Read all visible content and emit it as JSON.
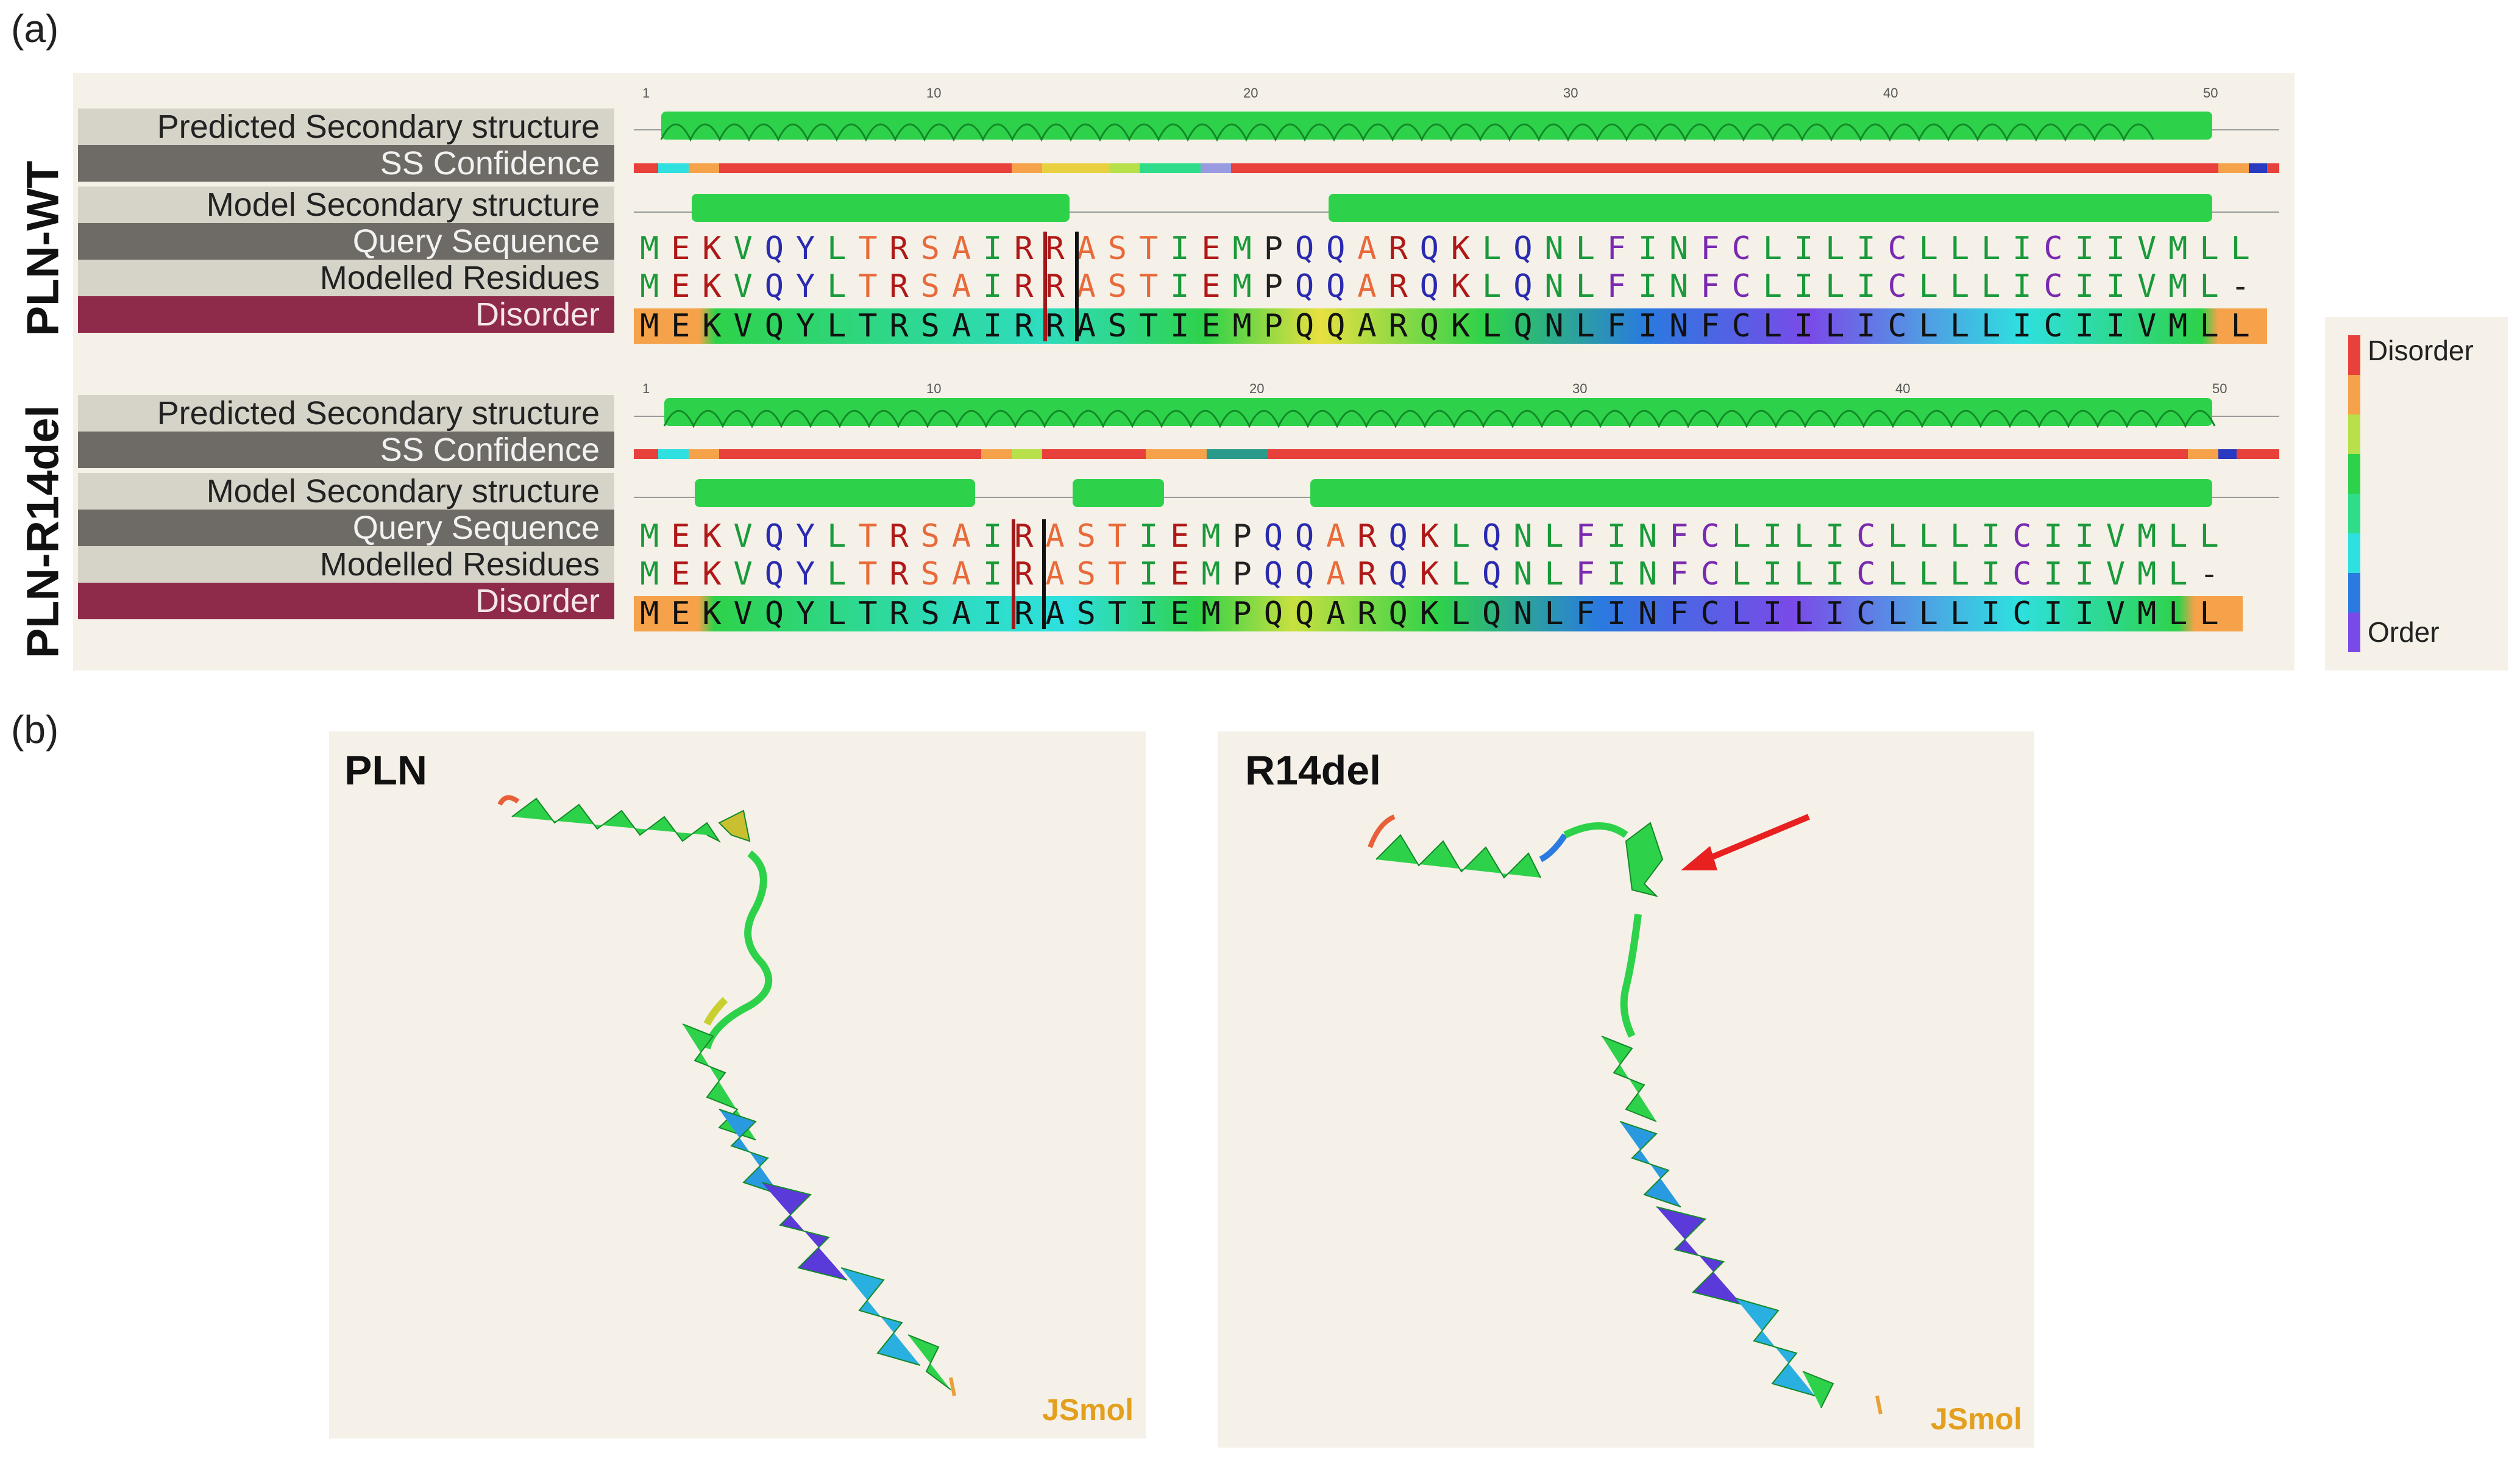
{
  "figure": {
    "panel_a_label": "(a)",
    "panel_b_label": "(b)"
  },
  "row_labels": [
    "Predicted Secondary structure",
    "SS Confidence",
    "Model Secondary structure",
    "Query Sequence",
    "Modelled Residues",
    "Disorder"
  ],
  "blocks": [
    {
      "name": "PLN-WT",
      "ruler": [
        "1",
        "10",
        "20",
        "30",
        "40",
        "50"
      ],
      "query": "MEKVQYLTRSAIRRASTIEMPQQARQKLQNLFINFCLILICLLLICIIVMLL",
      "modelled": "MEKVQYLTRSAIRRASTIEMPQQARQKLQNLFINFCLILICLLLICIIVML-",
      "disorder_text": "MEKVQYLTRSAIRRASTIEMPQQARQKLQNLFINFCLILICLLLICIIVMLL"
    },
    {
      "name": "PLN-R14del",
      "ruler": [
        "1",
        "10",
        "20",
        "30",
        "40",
        "50"
      ],
      "query": "MEKVQYLTRSAIRASTIEMPQQARQKLQNLFINFCLILICLLLICIIVMLL",
      "modelled": "MEKVQYLTRSAIRASTIEMPQQARQKLQNLFINFCLILICLLLICIIVML-",
      "disorder_text": "MEKVQYLTRSAIRASTIEMPQQARQKLQNLFINFCLILICLLLICIIVMLL"
    }
  ],
  "legend": {
    "top": "Disorder",
    "bottom": "Order",
    "colors": [
      "#e8403a",
      "#f5a24a",
      "#b8e04a",
      "#2ed24a",
      "#2edc8a",
      "#2ee0e0",
      "#2a7ae0",
      "#7a4ae8"
    ]
  },
  "viewers": [
    {
      "title": "PLN",
      "watermark": "JSmol"
    },
    {
      "title": "R14del",
      "watermark": "JSmol"
    }
  ],
  "colors": {
    "helix": "#2ed24a",
    "highlight_box": "#a01818",
    "arrow": "#e82020"
  }
}
